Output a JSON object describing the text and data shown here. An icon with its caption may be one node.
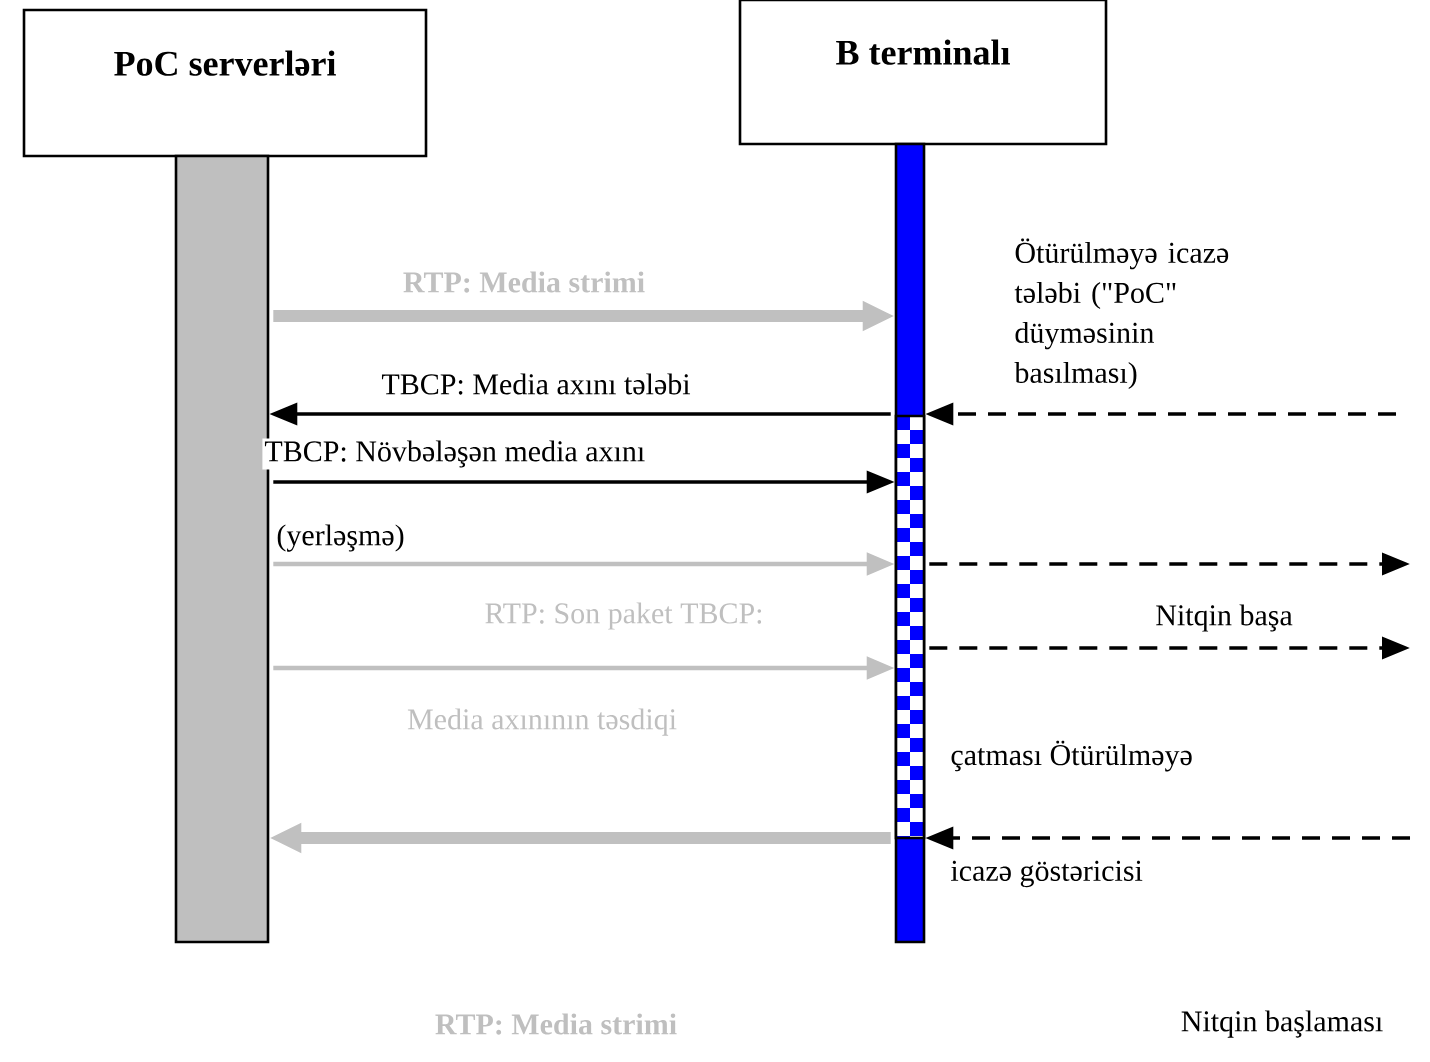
{
  "diagram": {
    "nodes": [
      {
        "text": [
          "PoC serverləri"
        ]
      },
      {
        "text": [
          "B terminalı"
        ]
      },
      {
        "text": [],
        "shape": "bar"
      },
      {
        "text": [],
        "shape": "bar"
      }
    ],
    "edges": [
      {
        "from": 2,
        "to": 3,
        "arrow": "to",
        "label": "RTP: Media strimi",
        "style": "thick",
        "color": "#c0c0c0"
      },
      {
        "from": 3,
        "to": 2,
        "arrow": "to",
        "label": "TBCP: Media axını tələbi"
      },
      {
        "from": 2,
        "to": 3,
        "arrow": "to",
        "label": "TBCP: Növbələşən media axını"
      },
      {
        "from": 2,
        "to": 3,
        "arrow": "to",
        "color": "#c0c0c0"
      },
      {
        "from": 2,
        "to": 3,
        "arrow": "to",
        "color": "#c0c0c0"
      },
      {
        "from": 3,
        "to": 2,
        "arrow": "to",
        "style": "thick",
        "color": "#c0c0c0"
      },
      {
        "from": null,
        "to": 3,
        "arrow": "to",
        "style": "dashed"
      },
      {
        "from": 3,
        "to": null,
        "arrow": "to",
        "style": "dashed"
      },
      {
        "from": 3,
        "to": null,
        "arrow": "to",
        "style": "dashed"
      },
      {
        "from": null,
        "to": 3,
        "arrow": "to",
        "style": "dashed"
      }
    ],
    "labels": [
      "Ötürülməyə icazə tələbi (\"PoC\" düyməsinin basılması)",
      "(yerləşmə)",
      "RTP: Son paket TBCP:",
      "Nitqin başa",
      "Media axınının təsdiqi",
      "çatması Ötürülməyə",
      "icazə göstəricisi",
      "RTP: Media strimi",
      "Nitqin başlaması"
    ]
  }
}
